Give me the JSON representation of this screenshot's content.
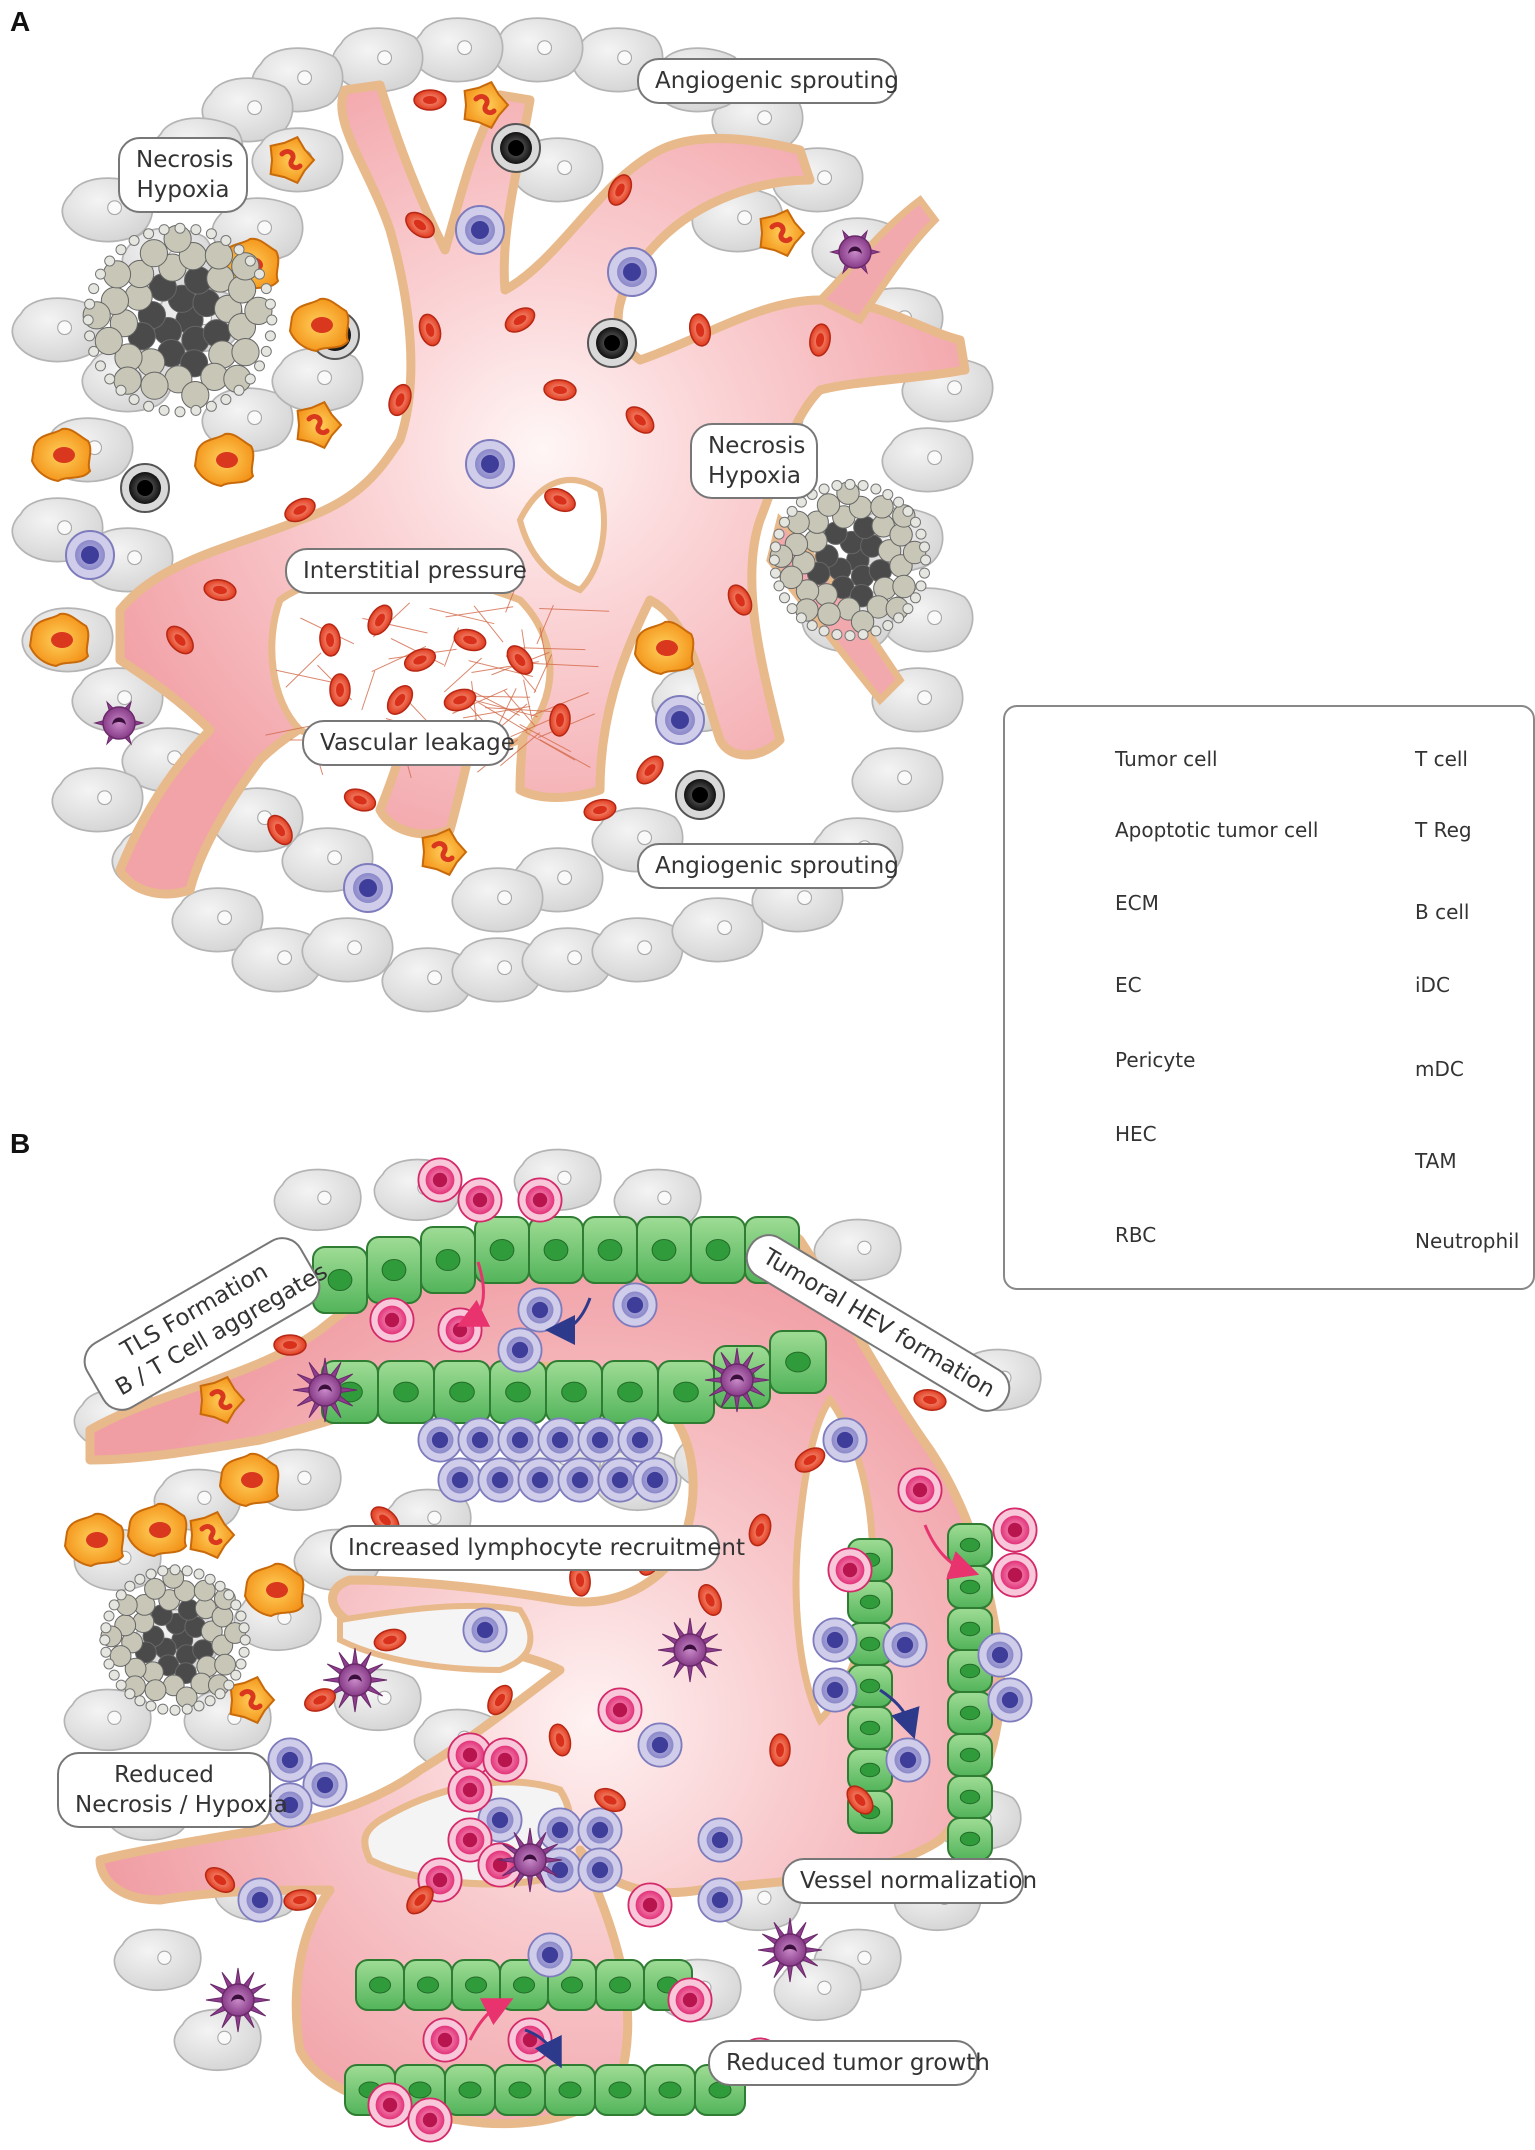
{
  "panels": {
    "a": "A",
    "b": "B"
  },
  "callouts_a": {
    "necrosis_top_left": [
      "Necrosis",
      "Hypoxia"
    ],
    "angiogenic_top": "Angiogenic sprouting",
    "necrosis_right": [
      "Necrosis",
      "Hypoxia"
    ],
    "interstitial_pressure": "Interstitial pressure",
    "vascular_leakage": "Vascular leakage",
    "angiogenic_bottom": "Angiogenic sprouting"
  },
  "callouts_b": {
    "tls_formation": [
      "TLS Formation",
      "B / T Cell aggregates"
    ],
    "tumoral_hev": "Tumoral HEV formation",
    "lymphocyte_recruitment": "Increased lymphocyte recruitment",
    "reduced_necrosis": [
      "Reduced",
      "Necrosis / Hypoxia"
    ],
    "vessel_normalization": "Vessel normalization",
    "reduced_growth": "Reduced tumor growth"
  },
  "legend": {
    "left": [
      {
        "icon": "tumor-cell-icon",
        "label": "Tumor cell"
      },
      {
        "icon": "apoptotic-cell-icon",
        "label": "Apoptotic tumor cell"
      },
      {
        "icon": "ecm-icon",
        "label": "ECM"
      },
      {
        "icon": "ec-icon",
        "label": "EC"
      },
      {
        "icon": "pericyte-icon",
        "label": "Pericyte"
      },
      {
        "icon": "hec-icon",
        "label": "HEC"
      },
      {
        "icon": "rbc-icon",
        "label": "RBC"
      }
    ],
    "right": [
      {
        "icon": "t-cell-icon",
        "label": "T cell"
      },
      {
        "icon": "t-reg-icon",
        "label": "T Reg"
      },
      {
        "icon": "b-cell-icon",
        "label": "B cell"
      },
      {
        "icon": "idc-icon",
        "label": "iDC"
      },
      {
        "icon": "mdc-icon",
        "label": "mDC"
      },
      {
        "icon": "tam-icon",
        "label": "TAM"
      },
      {
        "icon": "neutrophil-icon",
        "label": "Neutrophil"
      }
    ]
  },
  "colors": {
    "tumor_cell": "#e2e2e2",
    "vessel": "#f2a9ae",
    "ec_border": "#efc393",
    "rbc": "#e8442c",
    "t_cell": "#6e6bb5",
    "t_reg": "#222222",
    "b_cell": "#e83a7a",
    "dc": "#8e3d8e",
    "tam": "#f39a1a",
    "hec": "#6cc36f",
    "pericyte": "#5a8fc9",
    "ecm": "#d36a4a"
  }
}
